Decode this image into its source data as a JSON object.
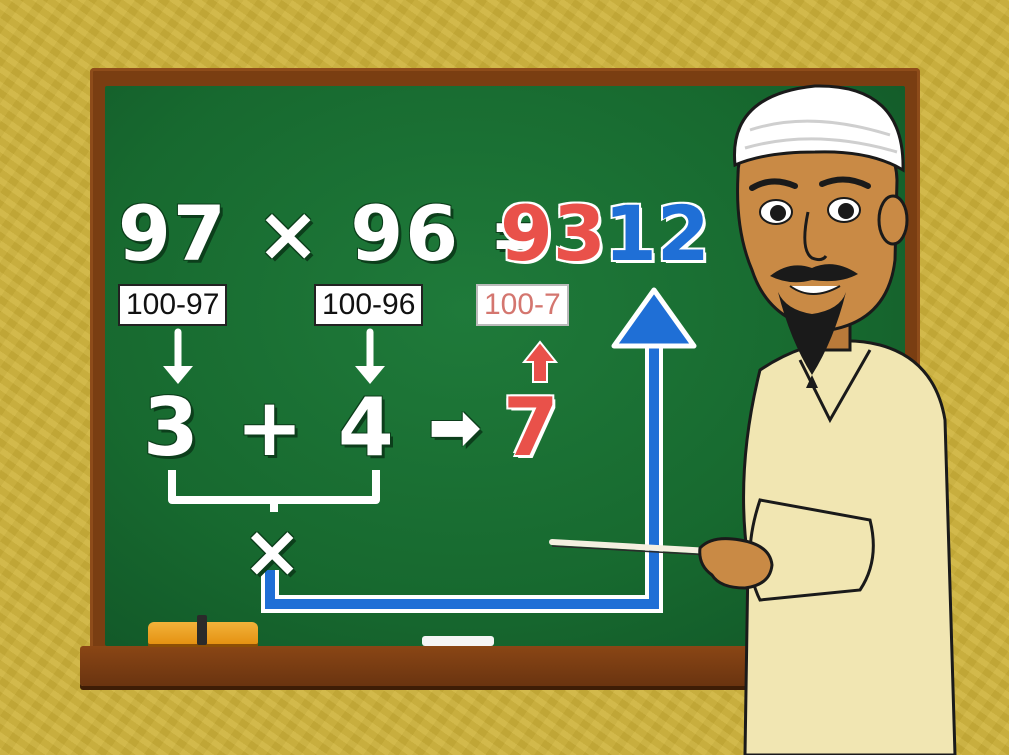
{
  "board": {
    "equation_left": "97 × 96 =",
    "result_red": "93",
    "result_blue": "12",
    "label_a": "100-97",
    "label_b": "100-96",
    "label_c": "100-7",
    "diff_a": "3",
    "plus": "+",
    "diff_b": "4",
    "arrow": "➡",
    "sum": "7",
    "times": "×"
  },
  "colors": {
    "red": "#e9514a",
    "blue": "#1f6fd6",
    "board_green": "#17692f",
    "frame_brown": "#7a3e12"
  }
}
